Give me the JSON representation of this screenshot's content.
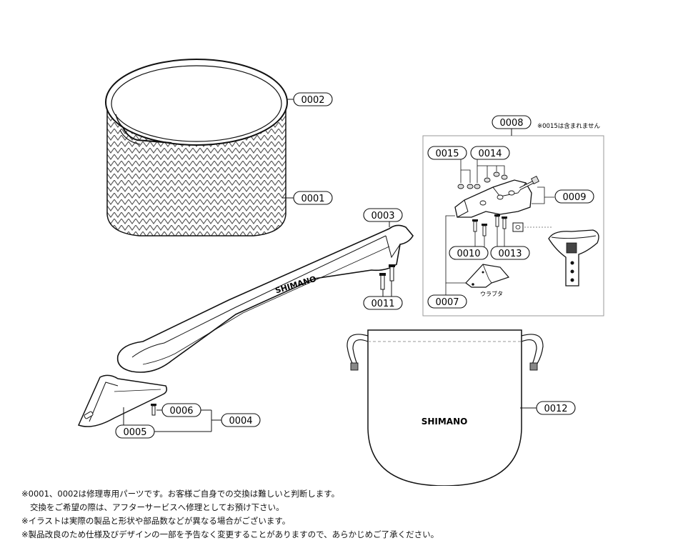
{
  "parts": {
    "p0001": "0001",
    "p0002": "0002",
    "p0003": "0003",
    "p0004": "0004",
    "p0005": "0005",
    "p0006": "0006",
    "p0007": "0007",
    "p0008": "0008",
    "p0009": "0009",
    "p0010": "0010",
    "p0011": "0011",
    "p0012": "0012",
    "p0013": "0013",
    "p0014": "0014",
    "p0015": "0015"
  },
  "labels": {
    "not_included": "※0015は含まれません",
    "urabuta": "ウラブタ",
    "brand_handle": "SHIMANO",
    "brand_bag": "SHIMANO"
  },
  "notes": [
    "※0001、0002は修理専用パーツです。お客様ご自身での交換は難しいと判断します。",
    "交換をご希望の際は、アフターサービスへ修理としてお預け下さい。",
    "※イラストは実際の製品と形状や部品数などが異なる場合がございます。",
    "※製品改良のため仕様及びデザインの一部を予告なく変更することがありますので、あらかじめご了承ください。"
  ]
}
